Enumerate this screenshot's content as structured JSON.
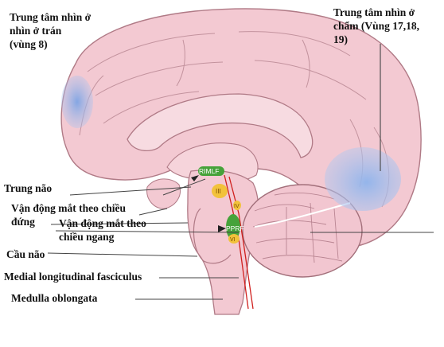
{
  "labels": {
    "frontal_eye_field": [
      "Trung tâm nhìn ở",
      "nhìn ở trán",
      "(vùng 8)"
    ],
    "occipital_center": [
      "Trung tâm nhìn ở",
      "chẩm (Vùng 17,18,",
      "19)"
    ],
    "midbrain": "Trung não",
    "vertical_gaze": [
      "Vận động mắt theo chiều",
      "đứng"
    ],
    "horizontal_gaze": [
      "Vận động mắt theo",
      "chiều ngang"
    ],
    "pons": "Cầu não",
    "mlf": "Medial longitudinal fasciculus",
    "medulla": "Medulla oblongata"
  },
  "structure_tags": {
    "rimlf": "RIMLF",
    "cn3": "III",
    "cn4": "IV",
    "pprf": "PPRF",
    "cn6": "VI"
  },
  "colors": {
    "brain_fill": "#f3c9d2",
    "brain_stroke": "#b07a86",
    "eye_field": "#8fb1e6",
    "nucleus_green": "#46a23a",
    "nucleus_yellow": "#f2c23b",
    "pathway": "#d0201e"
  }
}
